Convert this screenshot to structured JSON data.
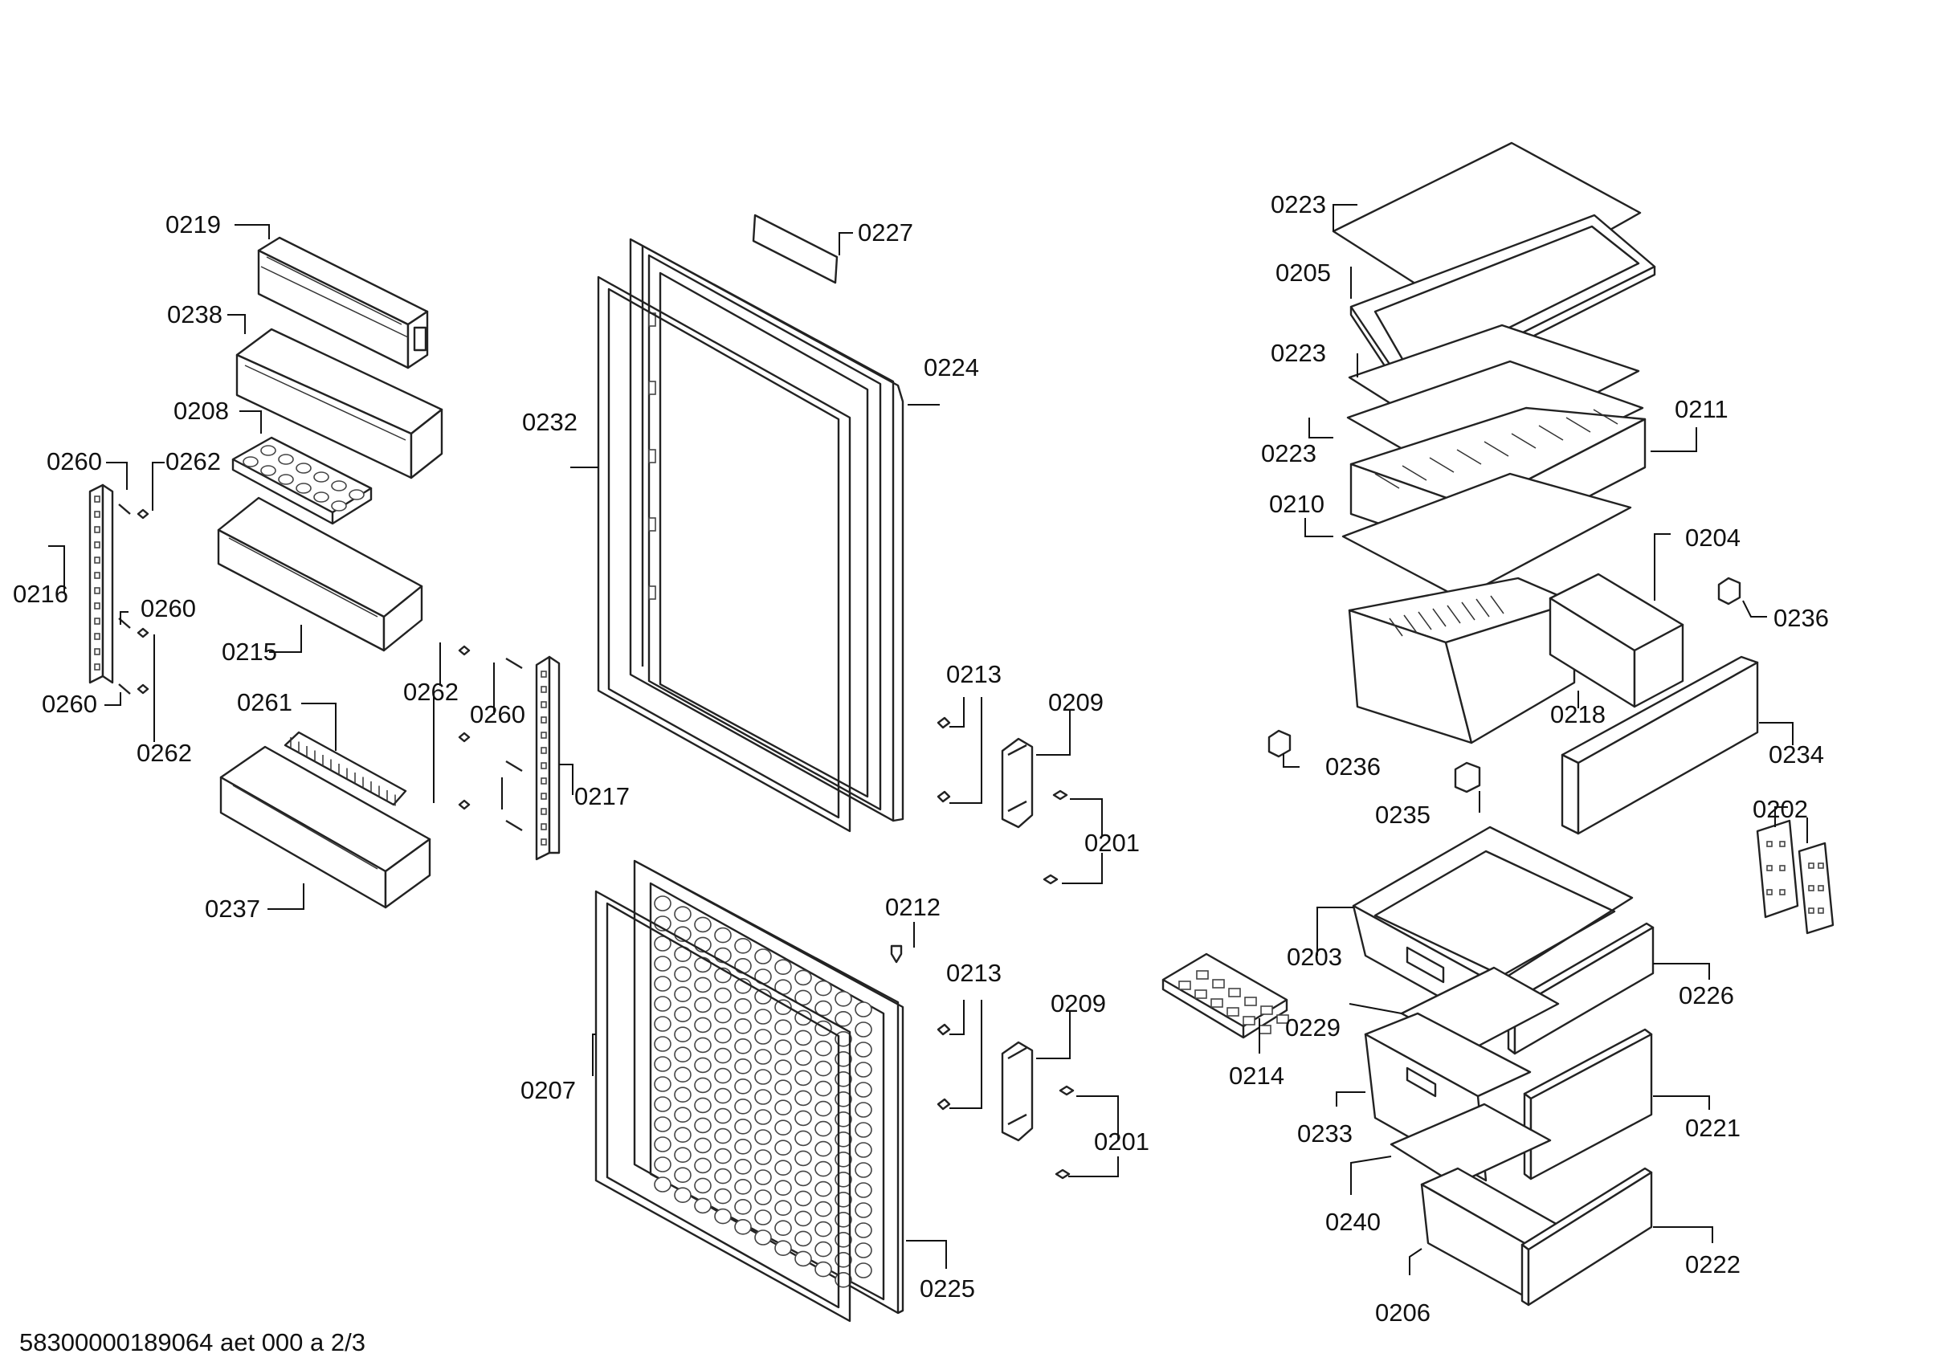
{
  "document_id": "58300000189064 aet 000 a 2/3",
  "part_labels": [
    "0201",
    "0202",
    "0203",
    "0204",
    "0205",
    "0206",
    "0207",
    "0208",
    "0209",
    "0210",
    "0211",
    "0212",
    "0213",
    "0214",
    "0215",
    "0216",
    "0217",
    "0218",
    "0219",
    "0221",
    "0222",
    "0223",
    "0224",
    "0225",
    "0226",
    "0227",
    "0229",
    "0232",
    "0233",
    "0234",
    "0235",
    "0236",
    "0237",
    "0238",
    "0240",
    "0260",
    "0261",
    "0262"
  ],
  "callouts": [
    {
      "label": "0219"
    },
    {
      "label": "0238"
    },
    {
      "label": "0208"
    },
    {
      "label": "0260"
    },
    {
      "label": "0262"
    },
    {
      "label": "0216"
    },
    {
      "label": "0260"
    },
    {
      "label": "0215"
    },
    {
      "label": "0260"
    },
    {
      "label": "0262"
    },
    {
      "label": "0261"
    },
    {
      "label": "0237"
    },
    {
      "label": "0262"
    },
    {
      "label": "0260"
    },
    {
      "label": "0217"
    },
    {
      "label": "0227"
    },
    {
      "label": "0232"
    },
    {
      "label": "0224"
    },
    {
      "label": "0213"
    },
    {
      "label": "0209"
    },
    {
      "label": "0201"
    },
    {
      "label": "0212"
    },
    {
      "label": "0213"
    },
    {
      "label": "0209"
    },
    {
      "label": "0207"
    },
    {
      "label": "0201"
    },
    {
      "label": "0225"
    },
    {
      "label": "0223"
    },
    {
      "label": "0205"
    },
    {
      "label": "0223"
    },
    {
      "label": "0223"
    },
    {
      "label": "0211"
    },
    {
      "label": "0210"
    },
    {
      "label": "0204"
    },
    {
      "label": "0236"
    },
    {
      "label": "0218"
    },
    {
      "label": "0236"
    },
    {
      "label": "0234"
    },
    {
      "label": "0235"
    },
    {
      "label": "0202"
    },
    {
      "label": "0203"
    },
    {
      "label": "0226"
    },
    {
      "label": "0214"
    },
    {
      "label": "0229"
    },
    {
      "label": "0233"
    },
    {
      "label": "0221"
    },
    {
      "label": "0240"
    },
    {
      "label": "0222"
    },
    {
      "label": "0206"
    }
  ]
}
